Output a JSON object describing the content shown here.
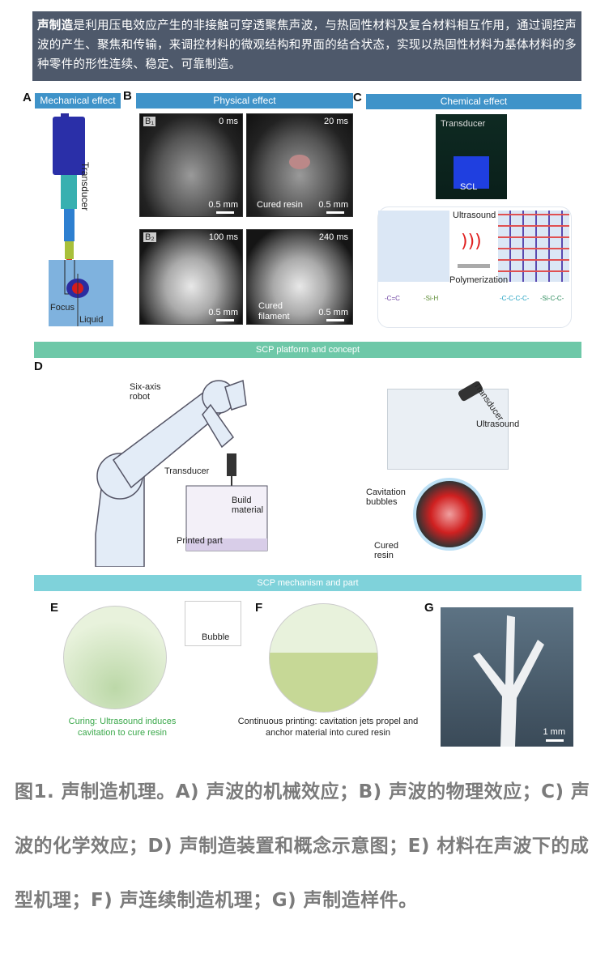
{
  "intro": {
    "bold": "声制造",
    "text": "是利用压电效应产生的非接触可穿透聚焦声波，与热固性材料及复合材料相互作用，通过调控声波的产生、聚焦和传输，来调控材料的微观结构和界面的结合状态，实现以热固性材料为基体材料的多种零件的形性连续、稳定、可靠制造。"
  },
  "figure": {
    "panel_a": {
      "letter": "A",
      "header": "Mechanical effect",
      "transducer": "Transducer",
      "focus": "Focus",
      "liquid": "Liquid"
    },
    "panel_b": {
      "letter": "B",
      "header": "Physical effect",
      "b1": "B₁",
      "b2": "B₂",
      "times": [
        "0 ms",
        "20 ms",
        "100 ms",
        "240 ms"
      ],
      "scale": "0.5 mm",
      "cured_resin": "Cured resin",
      "cured_filament": "Cured filament"
    },
    "panel_c": {
      "letter": "C",
      "header": "Chemical effect",
      "transducer": "Transducer",
      "scl": "SCL",
      "ultrasound": "Ultrasound",
      "polymerization": "Polymerization",
      "groups": [
        "-C=C",
        "-Si-H",
        "-C-C-C-C-",
        "-Si-C-C-"
      ]
    },
    "platform_bar": "SCP platform and concept",
    "panel_d": {
      "letter": "D",
      "robot": "Six-axis robot",
      "transducer": "Transducer",
      "build": "Build material",
      "printed": "Printed part",
      "transducer2": "Transducer",
      "ultrasound": "Ultrasound",
      "cavitation": "Cavitation bubbles",
      "cured": "Cured resin"
    },
    "mechanism_bar": "SCP mechanism and part",
    "panel_e": {
      "letter": "E",
      "bubble": "Bubble",
      "caption": "Curing: Ultrasound induces cavitation to cure resin"
    },
    "panel_f": {
      "letter": "F",
      "caption": "Continuous printing: cavitation jets propel and anchor material into cured resin"
    },
    "panel_g": {
      "letter": "G",
      "scale": "1 mm"
    }
  },
  "caption": "图1. 声制造机理。A) 声波的机械效应；B) 声波的物理效应；C) 声波的化学效应；D) 声制造装置和概念示意图；E) 材料在声波下的成型机理；F) 声连续制造机理；G) 声制造样件。",
  "colors": {
    "header_blue": "#3f93c9",
    "bar_green": "#6ec8a8",
    "bar_cyan": "#7fd2da",
    "intro_bg": "#4e596b"
  }
}
